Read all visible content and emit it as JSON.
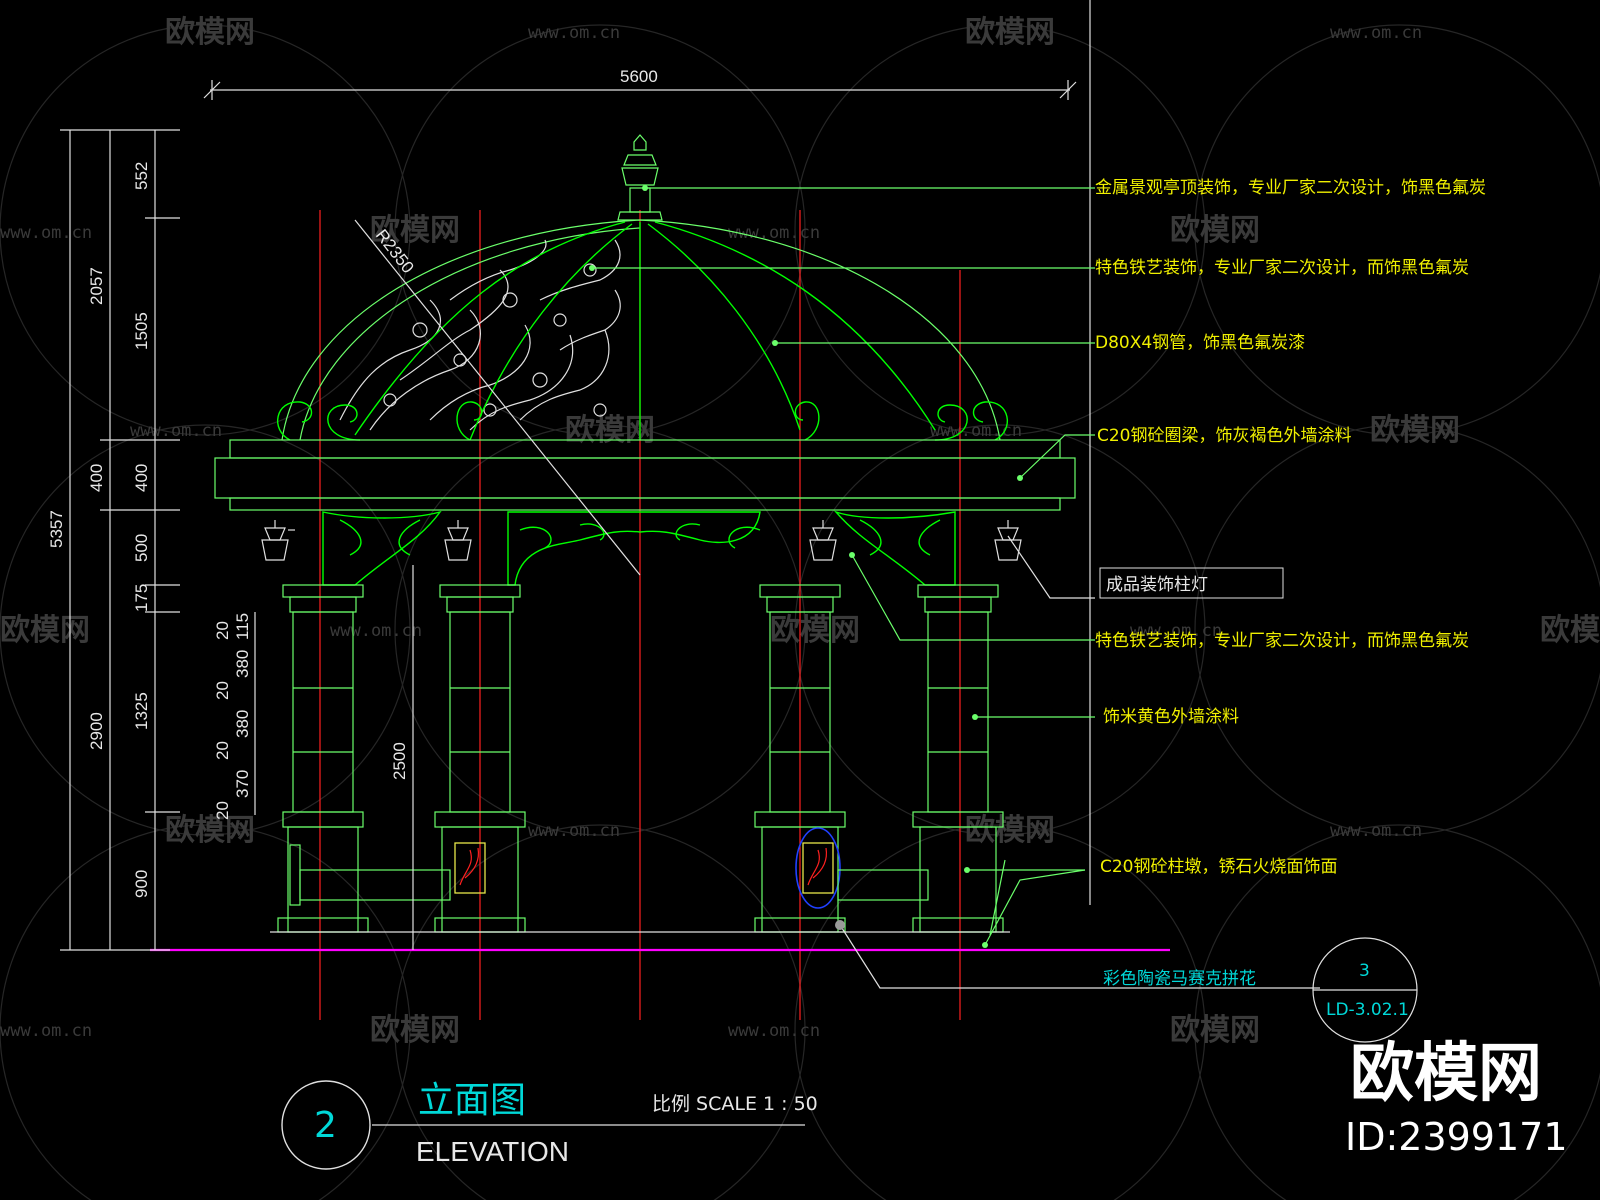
{
  "watermark": {
    "logo_text": "欧模网",
    "url_text": "www.om.cn"
  },
  "dimensions": {
    "overall_width": "5600",
    "overall_height": "5357",
    "dome_total": "2057",
    "finial_height": "552",
    "dome_height": "1505",
    "beam_height_outer": "400",
    "beam_height_inner": "400",
    "frieze_height": "500",
    "capital_height": "175",
    "column_height_outer": "2900",
    "column_shaft": "1325",
    "base_height": "900",
    "clear_height": "2500",
    "radius": "R2350",
    "ring_segments": [
      "20",
      "115",
      "380",
      "20",
      "380",
      "20",
      "370",
      "20"
    ]
  },
  "annotations": [
    {
      "id": "finial",
      "text": "金属景观亭顶装饰，专业厂家二次设计，饰黑色氟炭"
    },
    {
      "id": "ironwork-top",
      "text": "特色铁艺装饰，专业厂家二次设计，而饰黑色氟炭"
    },
    {
      "id": "steel-pipe",
      "text": "D80X4钢管，饰黑色氟炭漆"
    },
    {
      "id": "ring-beam",
      "text": "C20钢砼圈梁，饰灰褐色外墙涂料"
    },
    {
      "id": "lamp",
      "text": "成品装饰柱灯"
    },
    {
      "id": "ironwork-side",
      "text": "特色铁艺装饰，专业厂家二次设计，而饰黑色氟炭"
    },
    {
      "id": "column-paint",
      "text": "饰米黄色外墙涂料"
    },
    {
      "id": "pedestal",
      "text": "C20钢砼柱墩，锈石火烧面饰面"
    },
    {
      "id": "mosaic",
      "text": "彩色陶瓷马赛克拼花"
    }
  ],
  "detail_callout": {
    "number": "3",
    "sheet": "LD-3.02.1"
  },
  "title_block": {
    "number": "2",
    "title_cn": "立面图",
    "title_en": "ELEVATION",
    "scale": "比例 SCALE 1 : 50"
  },
  "brand": {
    "name": "欧模网",
    "id": "ID:2399171"
  },
  "colors": {
    "background": "#000000",
    "structure_green": "#00ff00",
    "annotation_yellow": "#f0f000",
    "axis_red": "#ff2020",
    "ground_magenta": "#ff00ff",
    "title_cyan": "#00d8d8"
  }
}
